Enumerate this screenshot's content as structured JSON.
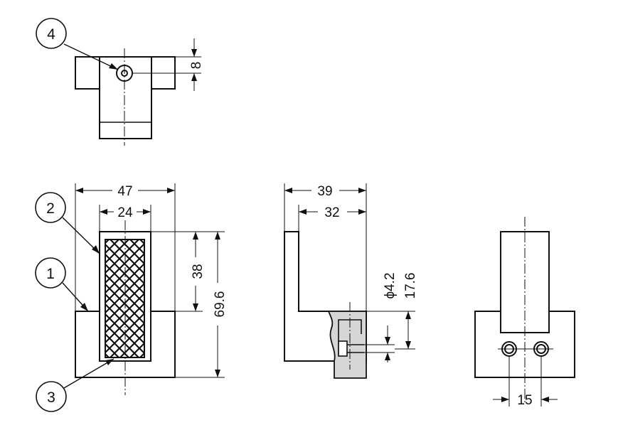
{
  "callouts": [
    "1",
    "2",
    "3",
    "4"
  ],
  "dimensions": {
    "top_depth": "8",
    "overall_width": "47",
    "pad_width": "24",
    "pad_height": "38",
    "overall_height": "69.6",
    "side_depth": "39",
    "side_inner_depth": "32",
    "hole_diameter": "ϕ4.2",
    "hole_height": "17.6",
    "hole_pitch": "15"
  },
  "colors": {
    "line": "#111111",
    "section_fill": "#d6d6d6",
    "background": "#ffffff"
  }
}
